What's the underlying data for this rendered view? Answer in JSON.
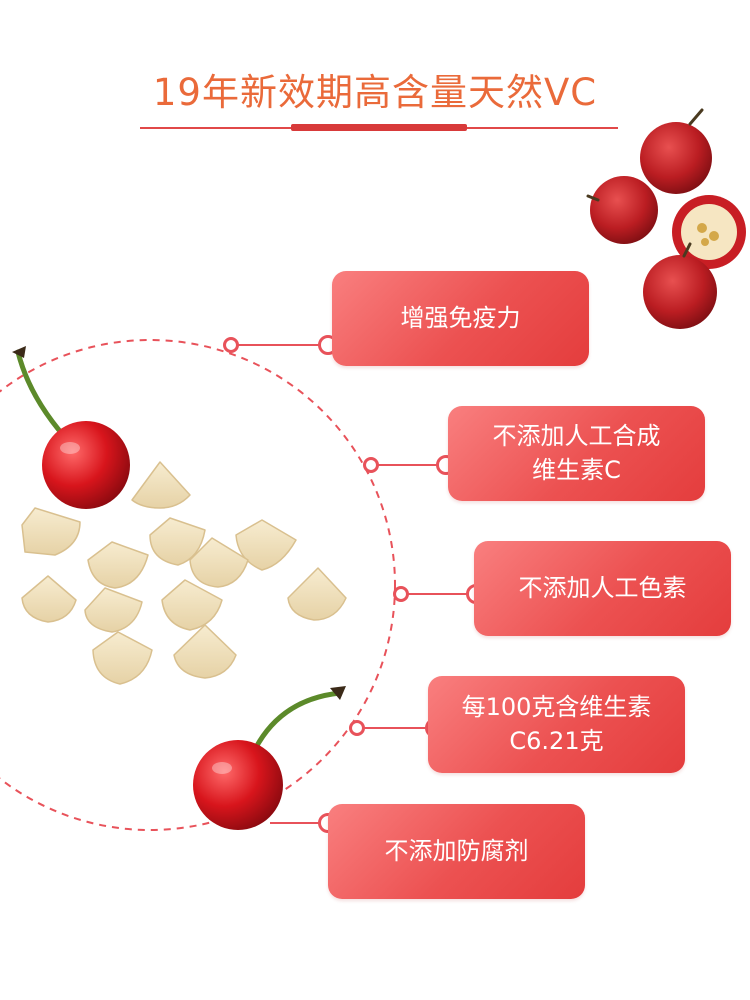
{
  "header": {
    "title": "19年新效期高含量天然VC"
  },
  "features": [
    {
      "label": "增强免疫力"
    },
    {
      "label": "不添加人工合成\n维生素C"
    },
    {
      "label": "不添加人工色素"
    },
    {
      "label": "每100克含维生素\nC6.21克"
    },
    {
      "label": "不添加防腐剂"
    }
  ],
  "colors": {
    "title": "#ea6a3a",
    "accent": "#e14848",
    "badge_start": "#f97f7f",
    "badge_end": "#e43d3d"
  },
  "images": [
    {
      "icon": "cherry-image"
    },
    {
      "icon": "vc-tablets-image"
    },
    {
      "icon": "acerola-fruit-image"
    }
  ]
}
